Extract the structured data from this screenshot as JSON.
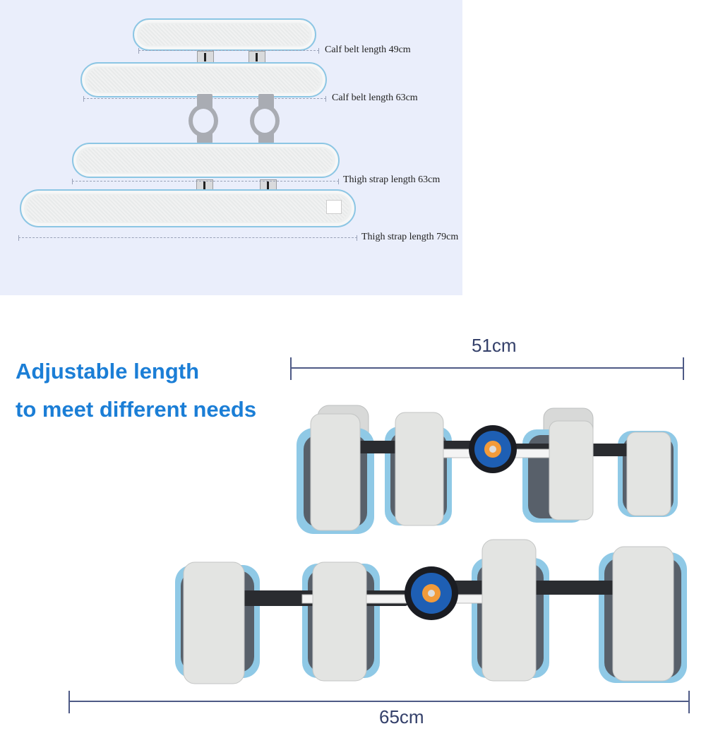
{
  "strap_specs": [
    {
      "label": "Calf belt length 49cm"
    },
    {
      "label": "Calf belt length 63cm"
    },
    {
      "label": "Thigh strap length 63cm"
    },
    {
      "label": "Thigh strap length 79cm"
    }
  ],
  "headline": {
    "line1": "Adjustable length",
    "line2": "to meet different needs"
  },
  "measurements": {
    "short_brace": "51cm",
    "long_brace": "65cm"
  },
  "colors": {
    "headline": "#1b7ed6",
    "panel": "#eaeefb",
    "strap_trim": "#8cc6e4"
  }
}
